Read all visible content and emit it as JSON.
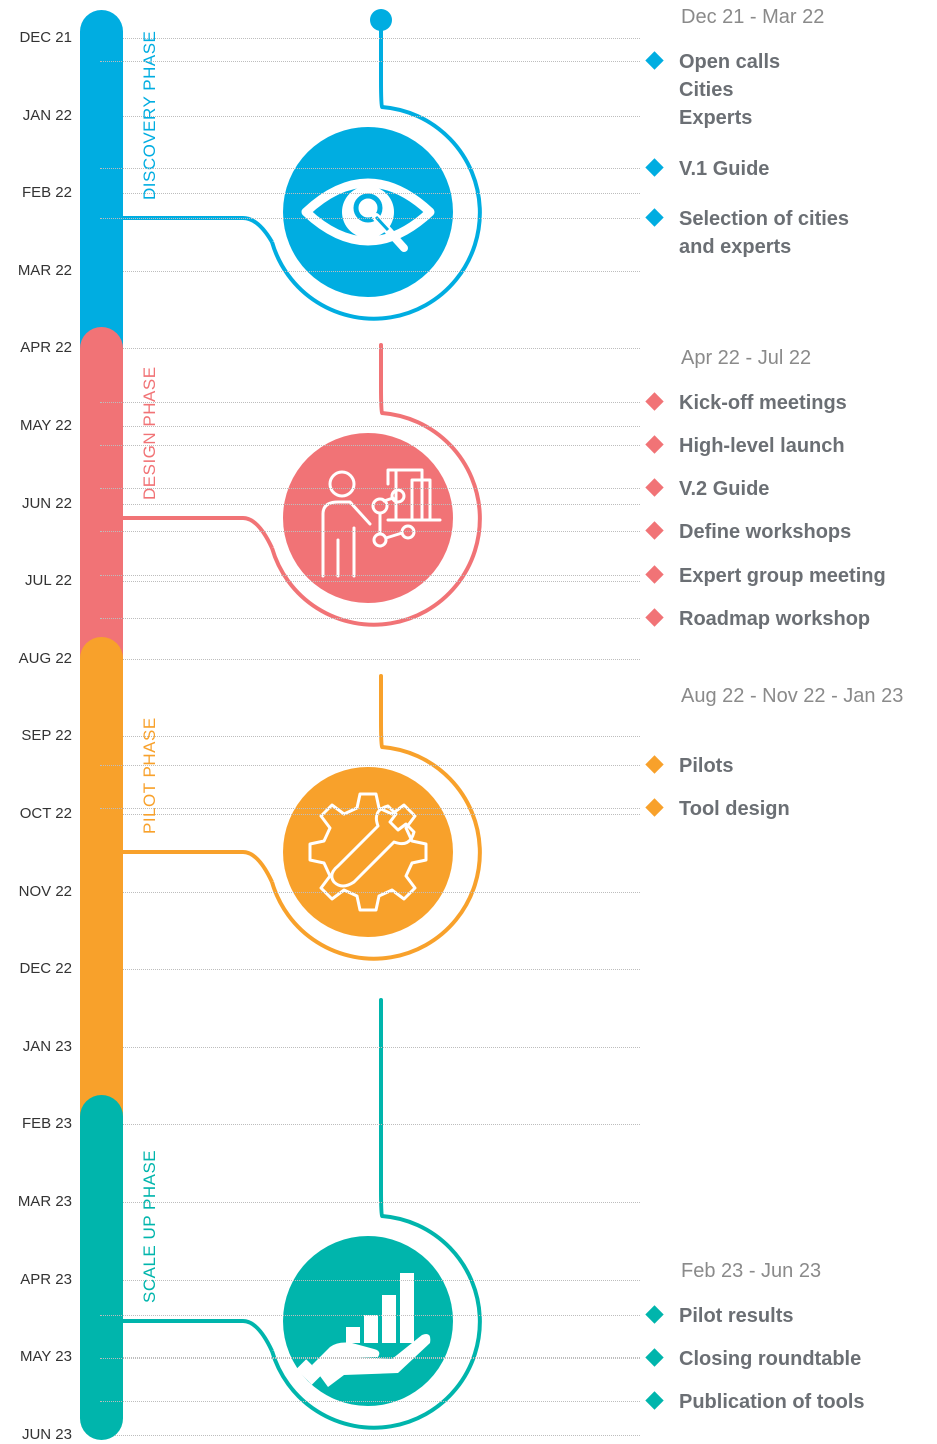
{
  "months": [
    "DEC 21",
    "JAN 22",
    "FEB 22",
    "MAR 22",
    "APR 22",
    "MAY 22",
    "JUN 22",
    "JUL 22",
    "AUG 22",
    "SEP 22",
    "OCT 22",
    "NOV 22",
    "DEC 22",
    "JAN 23",
    "FEB 23",
    "MAR 23",
    "APR 23",
    "MAY 23",
    "JUN 23"
  ],
  "phases": [
    {
      "label": "DISCOVERY PHASE",
      "color": "#00ade1",
      "range": "Dec 21 - Mar 22",
      "icon": "eye-search-icon",
      "items": [
        [
          "Open calls",
          "Cities",
          "Experts"
        ],
        [
          "V.1 Guide"
        ],
        [
          "Selection of cities",
          "and experts"
        ]
      ]
    },
    {
      "label": "DESIGN PHASE",
      "color": "#f17376",
      "range": "Apr 22 - Jul 22",
      "icon": "presenter-network-icon",
      "items": [
        [
          "Kick-off meetings"
        ],
        [
          "High-level launch"
        ],
        [
          "V.2 Guide"
        ],
        [
          "Define workshops"
        ],
        [
          "Expert group meeting"
        ],
        [
          "Roadmap workshop"
        ]
      ]
    },
    {
      "label": "PILOT PHASE",
      "color": "#f8a12b",
      "range": "Aug 22 - Nov 22 - Jan 23",
      "icon": "gear-wrench-icon",
      "items": [
        [
          "Pilots"
        ],
        [
          "Tool design"
        ]
      ]
    },
    {
      "label": "SCALE UP PHASE",
      "color": "#00b5ac",
      "range": "Feb 23 - Jun 23",
      "icon": "hand-growth-chart-icon",
      "items": [
        [
          "Pilot results"
        ],
        [
          "Closing roundtable"
        ],
        [
          "Publication of tools"
        ]
      ]
    }
  ]
}
